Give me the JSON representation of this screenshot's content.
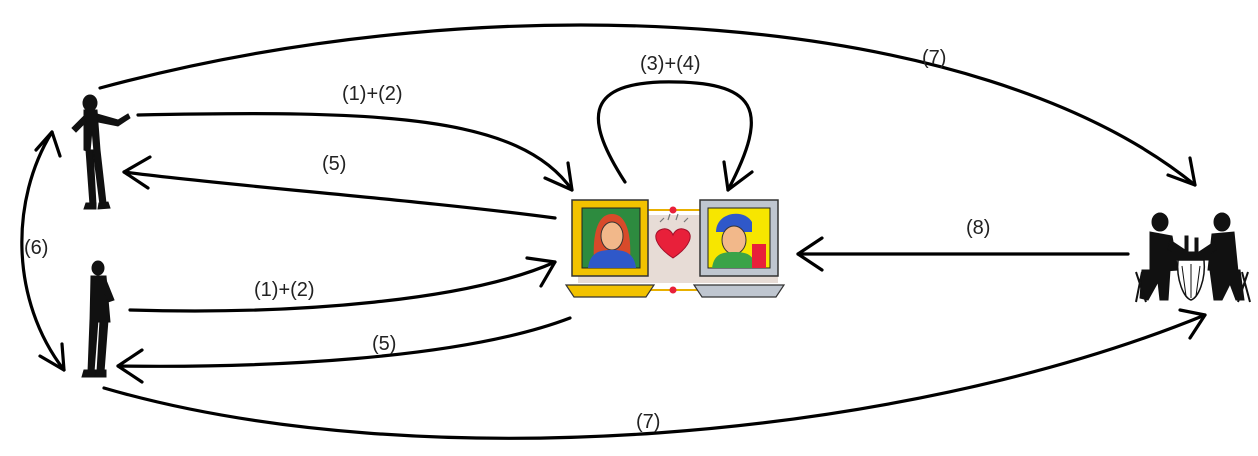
{
  "labels": {
    "label_1_2_top": "(1)+(2)",
    "label_1_2_bottom": "(1)+(2)",
    "label_3_4": "(3)+(4)",
    "label_5_top": "(5)",
    "label_5_bottom": "(5)",
    "label_6": "(6)",
    "label_7_top": "(7)",
    "label_7_bottom": "(7)",
    "label_8": "(8)"
  },
  "nodes": {
    "person_top": "businessman-pointing-icon",
    "person_bottom": "businessman-phone-icon",
    "dating_computers": "two-computers-heart-icon",
    "couple_dinner": "couple-dining-table-icon"
  },
  "colors": {
    "monitor_left": "#f2c200",
    "monitor_right_frame": "#bfc6d0",
    "screen_bg_right": "#f7e600",
    "heart": "#e8203a",
    "panel_bg": "#e7dcd6",
    "edges": "#000000"
  }
}
